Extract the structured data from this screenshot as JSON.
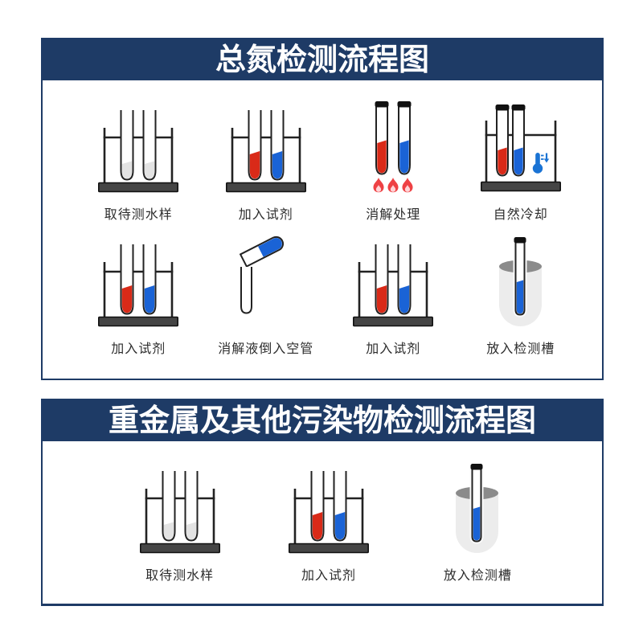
{
  "panels": [
    {
      "title": "总氮检测流程图",
      "steps": [
        {
          "label": "取待测水样",
          "icon": "test-tube-rack-sample-icon"
        },
        {
          "label": "加入试剂",
          "icon": "test-tube-rack-reagent-icon"
        },
        {
          "label": "消解处理",
          "icon": "tubes-over-flames-icon"
        },
        {
          "label": "自然冷却",
          "icon": "tube-rack-thermometer-cooling-icon"
        },
        {
          "label": "加入试剂",
          "icon": "test-tube-rack-reagent-icon"
        },
        {
          "label": "消解液倒入空管",
          "icon": "pour-into-empty-tube-icon"
        },
        {
          "label": "加入试剂",
          "icon": "test-tube-rack-reagent-icon"
        },
        {
          "label": "放入检测槽",
          "icon": "detection-slot-icon"
        }
      ]
    },
    {
      "title": "重金属及其他污染物检测流程图",
      "steps": [
        {
          "label": "取待测水样",
          "icon": "test-tube-rack-sample-icon"
        },
        {
          "label": "加入试剂",
          "icon": "test-tube-rack-reagent-icon"
        },
        {
          "label": "放入检测槽",
          "icon": "detection-slot-icon"
        }
      ]
    }
  ],
  "colors": {
    "header_bg": "#1e3b66",
    "panel_border": "#1e3b66",
    "title_text": "#ffffff",
    "label_text": "#2d2d2d",
    "outline": "#222222",
    "rack_base": "#454545",
    "red_liquid": "#d92a18",
    "blue_liquid": "#1a63d6",
    "sample_liquid": "#e3e3e3",
    "flame": "#ee4144",
    "flame_inner": "#ffd3d6",
    "thermometer_blue": "#1a73d4",
    "slot_cup": "#ececec",
    "slot_opening": "#8b8b8b"
  }
}
